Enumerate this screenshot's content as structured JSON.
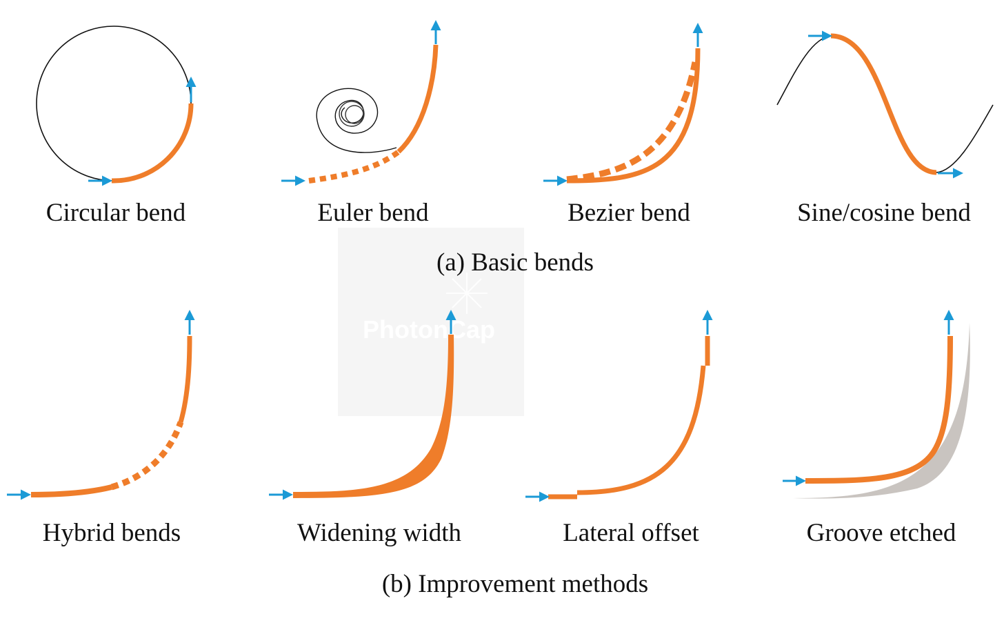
{
  "colors": {
    "waveguide": "#ef7d2a",
    "arrow": "#1b9ad6",
    "reference_curve": "#111111",
    "groove": "#c9c4c0",
    "watermark_box": "#f2f2f2"
  },
  "section_a": {
    "caption": "(a) Basic bends",
    "panels": [
      {
        "label": "Circular bend"
      },
      {
        "label": "Euler bend"
      },
      {
        "label": "Bezier bend"
      },
      {
        "label": "Sine/cosine bend"
      }
    ]
  },
  "section_b": {
    "caption": "(b) Improvement methods",
    "panels": [
      {
        "label": "Hybrid bends"
      },
      {
        "label": "Widening width"
      },
      {
        "label": "Lateral offset"
      },
      {
        "label": "Groove etched"
      }
    ]
  },
  "watermark": {
    "text": "PhotonCap"
  }
}
